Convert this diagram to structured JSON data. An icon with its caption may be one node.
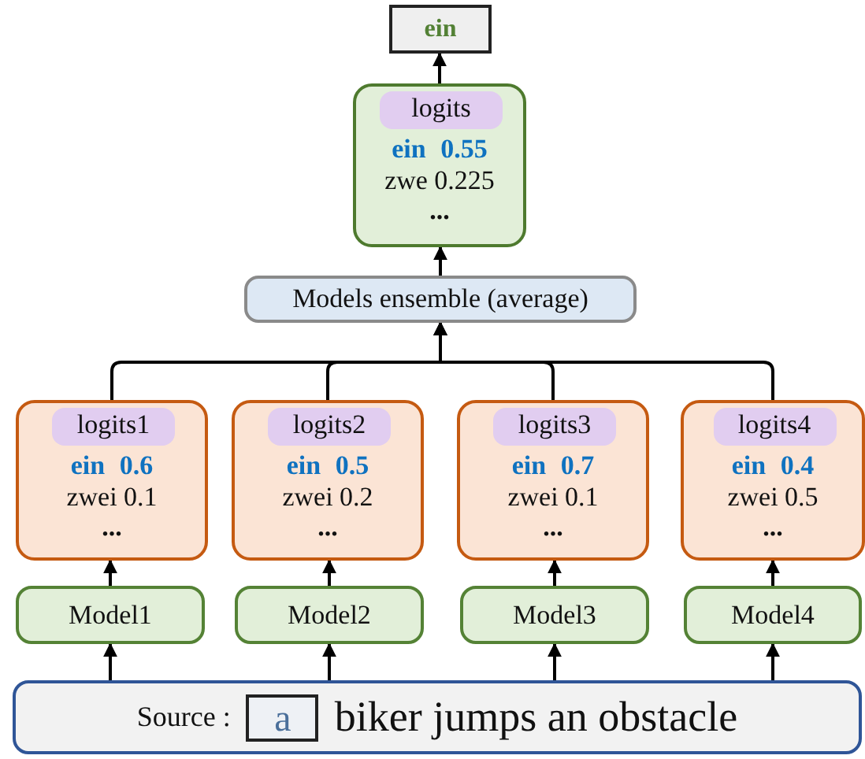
{
  "diagram": {
    "nodes": [
      {
        "text": [
          "ein"
        ]
      },
      {
        "text": [
          "ein 0.55",
          "zwe 0.225",
          "..."
        ]
      },
      {
        "text": [
          "logits"
        ],
        "in": 1
      },
      {
        "text": [
          "Models ensemble (average)"
        ]
      },
      {
        "text": [
          "ein 0.6",
          "zwei 0.1",
          "..."
        ]
      },
      {
        "text": [
          "logits1"
        ],
        "in": 4
      },
      {
        "text": [
          "Model1"
        ]
      },
      {
        "text": [
          "ein 0.5",
          "zwei 0.2",
          "..."
        ]
      },
      {
        "text": [
          "logits2"
        ],
        "in": 7
      },
      {
        "text": [
          "Model2"
        ]
      },
      {
        "text": [
          "ein 0.7",
          "zwei 0.1",
          "..."
        ]
      },
      {
        "text": [
          "logits3"
        ],
        "in": 10
      },
      {
        "text": [
          "Model3"
        ]
      },
      {
        "text": [
          "ein 0.4",
          "zwei 0.5",
          "..."
        ]
      },
      {
        "text": [
          "logits4"
        ],
        "in": 13
      },
      {
        "text": [
          "Model4"
        ]
      },
      {
        "text": [
          "Source :",
          "biker jumps an obstacle"
        ]
      },
      {
        "text": [
          "a"
        ],
        "in": 16
      }
    ],
    "edges": [
      {
        "from": 1,
        "to": 0,
        "arrow": "to"
      },
      {
        "from": 3,
        "to": 1,
        "arrow": "to"
      },
      {
        "from": 4,
        "to": 3,
        "arrow": "to"
      },
      {
        "from": 7,
        "to": 3,
        "arrow": "to"
      },
      {
        "from": 10,
        "to": 3,
        "arrow": "to"
      },
      {
        "from": 13,
        "to": 3,
        "arrow": "to"
      },
      {
        "from": 6,
        "to": 4,
        "arrow": "to"
      },
      {
        "from": 9,
        "to": 7,
        "arrow": "to"
      },
      {
        "from": 12,
        "to": 10,
        "arrow": "to"
      },
      {
        "from": 15,
        "to": 13,
        "arrow": "to"
      },
      {
        "from": 16,
        "to": 6,
        "arrow": "to"
      },
      {
        "from": 16,
        "to": 9,
        "arrow": "to"
      },
      {
        "from": 16,
        "to": 12,
        "arrow": "to"
      },
      {
        "from": 16,
        "to": 15,
        "arrow": "to"
      }
    ]
  }
}
